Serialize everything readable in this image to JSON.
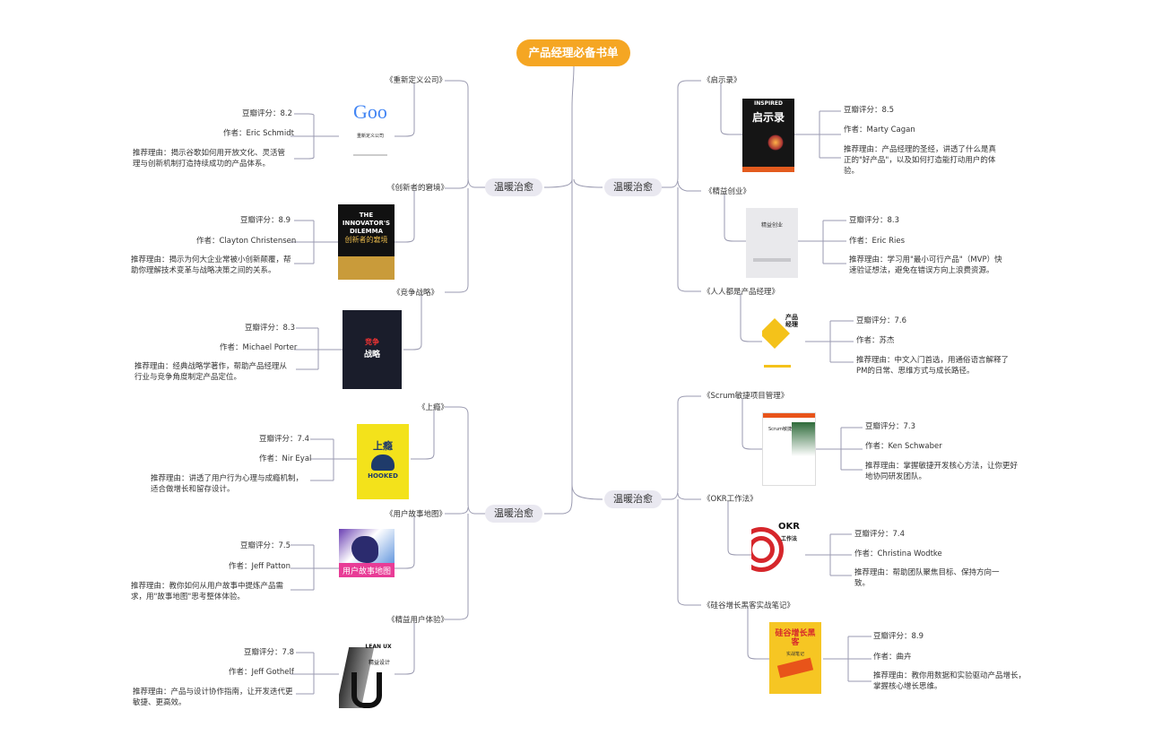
{
  "root": "产品经理必备书单",
  "branches": {
    "left_top": "温暖治愈",
    "left_bottom": "温暖治愈",
    "right_top": "温暖治愈",
    "right_bottom": "温暖治愈"
  },
  "books": [
    {
      "title": "《重新定义公司》",
      "rating": "豆瓣评分：8.2",
      "author": "作者：Eric Schmidt",
      "reason": "推荐理由：揭示谷歌如何用开放文化、灵活管理与创新机制打造持续成功的产品体系。",
      "cover_text": "Goo",
      "cover_sub": "重新定义公司"
    },
    {
      "title": "《创新者的窘境》",
      "rating": "豆瓣评分：8.9",
      "author": "作者：Clayton Christensen",
      "reason": "推荐理由：揭示为何大企业常被小创新颠覆，帮助你理解技术变革与战略决策之间的关系。",
      "cover_text": "THE INNOVATOR'S DILEMMA",
      "cover_sub": "创新者的窘境"
    },
    {
      "title": "《竞争战略》",
      "rating": "豆瓣评分：8.3",
      "author": "作者：Michael Porter",
      "reason": "推荐理由：经典战略学著作，帮助产品经理从行业与竞争角度制定产品定位。",
      "cover_text": "竞争",
      "cover_sub": "战略"
    },
    {
      "title": "《上瘾》",
      "rating": "豆瓣评分：7.4",
      "author": "作者：Nir Eyal",
      "reason": "推荐理由：讲透了用户行为心理与成瘾机制，适合做增长和留存设计。",
      "cover_text": "上瘾",
      "cover_sub": "HOOKED"
    },
    {
      "title": "《用户故事地图》",
      "rating": "豆瓣评分：7.5",
      "author": "作者：Jeff Patton",
      "reason": "推荐理由：教你如何从用户故事中提炼产品需求，用\"故事地图\"思考整体体验。",
      "cover_text": "用户故事地图"
    },
    {
      "title": "《精益用户体验》",
      "rating": "豆瓣评分：7.8",
      "author": "作者：Jeff Gothelf",
      "reason": "推荐理由：产品与设计协作指南，让开发迭代更敏捷、更高效。",
      "cover_text": "LEAN UX",
      "cover_sub": "精益设计"
    },
    {
      "title": "《启示录》",
      "rating": "豆瓣评分：8.5",
      "author": "作者：Marty Cagan",
      "reason": "推荐理由：产品经理的圣经，讲透了什么是真正的\"好产品\"，以及如何打造能打动用户的体验。",
      "cover_text": "INSPIRED",
      "cover_sub": "启示录"
    },
    {
      "title": "《精益创业》",
      "rating": "豆瓣评分：8.3",
      "author": "作者：Eric Ries",
      "reason": "推荐理由：学习用\"最小可行产品\"（MVP）快速验证想法，避免在错误方向上浪费资源。",
      "cover_text": "精益创业"
    },
    {
      "title": "《人人都是产品经理》",
      "rating": "豆瓣评分：7.6",
      "author": "作者：苏杰",
      "reason": "推荐理由：中文入门首选，用通俗语言解释了PM的日常、思维方式与成长路径。",
      "cover_text": "产品经理"
    },
    {
      "title": "《Scrum敏捷项目管理》",
      "rating": "豆瓣评分：7.3",
      "author": "作者：Ken Schwaber",
      "reason": "推荐理由：掌握敏捷开发核心方法，让你更好地协同研发团队。",
      "cover_text": "Scrum敏捷项目管理"
    },
    {
      "title": "《OKR工作法》",
      "rating": "豆瓣评分：7.4",
      "author": "作者：Christina Wodtke",
      "reason": "推荐理由：帮助团队聚焦目标、保持方向一致。",
      "cover_text": "OKR",
      "cover_sub": "工作法"
    },
    {
      "title": "《硅谷增长黑客实战笔记》",
      "rating": "豆瓣评分：8.9",
      "author": "作者：曲卉",
      "reason": "推荐理由：教你用数据和实验驱动产品增长，掌握核心增长思维。",
      "cover_text": "硅谷增长黑客",
      "cover_sub": "实战笔记"
    }
  ]
}
